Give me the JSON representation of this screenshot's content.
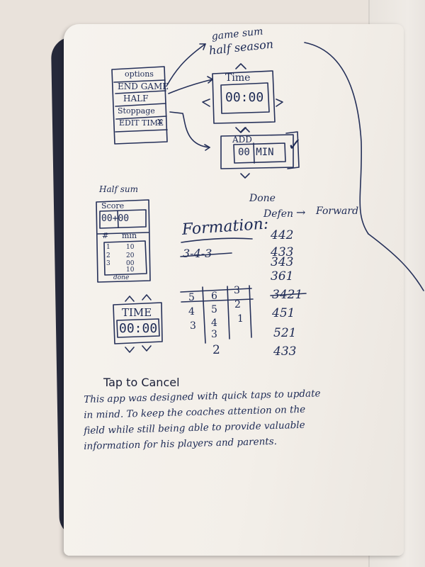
{
  "notes": {
    "top_right": {
      "line1": "game sum",
      "line2": "half season"
    },
    "menu": {
      "items": [
        "options",
        "END GAME",
        "HALF",
        "Stoppage",
        "EDIT TIME"
      ],
      "close_mark": "x"
    },
    "time_box": {
      "label": "Time",
      "value": "00:00"
    },
    "add_box": {
      "label": "ADD",
      "value": "00 MIN",
      "check": "✓"
    },
    "done_label": "Done",
    "half_sum": "Half sum",
    "score_box": {
      "label": "Score",
      "value": "00+00",
      "header_num": "#",
      "header_min": "min",
      "rows": [
        [
          "1",
          "10"
        ],
        [
          "2",
          "20"
        ],
        [
          "3",
          "00"
        ],
        [
          "",
          "10"
        ]
      ],
      "footer": "done"
    },
    "time_box2": {
      "label": "TIME",
      "value": "00:00"
    },
    "formation": {
      "label": "Formation:",
      "default": "Defen",
      "arrow": "→",
      "forward": "Forward",
      "crossed": "3-4-3",
      "list": [
        "442",
        "433",
        "343",
        "361",
        "3421",
        "451",
        "521",
        "433"
      ]
    },
    "grid": {
      "col1": [
        "5",
        "4",
        "3"
      ],
      "col2": [
        "6",
        "5",
        "4",
        "3"
      ],
      "col3": [
        "3",
        "2",
        "1"
      ],
      "bottom": "2"
    },
    "tap_heading": "Tap to Cancel",
    "paragraph": [
      "This app was designed with quick taps to update",
      "in mind. To keep the coaches attention on the",
      "field while still being able to provide valuable",
      "information for his players and parents."
    ]
  }
}
